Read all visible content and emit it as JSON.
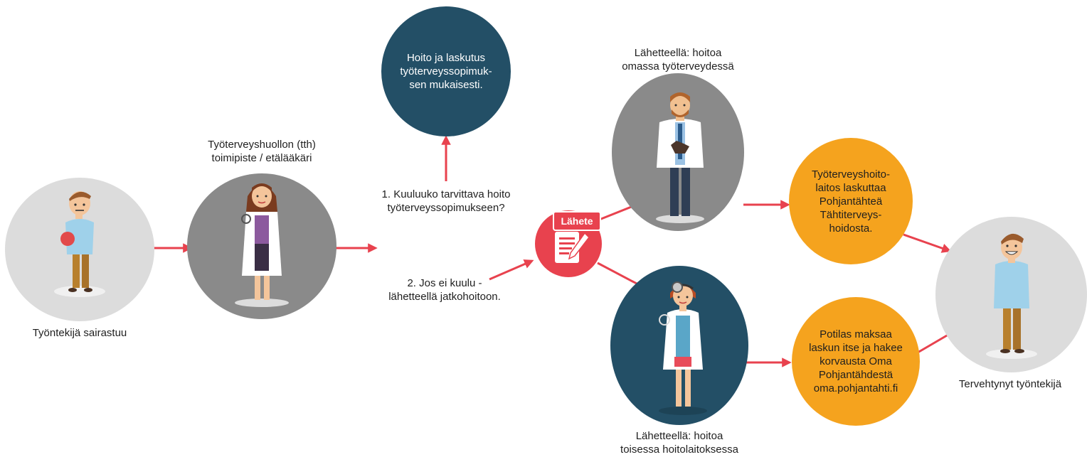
{
  "nodes": {
    "employee_sick": {
      "label": "Työntekijä sairastuu"
    },
    "occupational_health": {
      "label_lines": [
        "Työterveyshuollon (tth)",
        "toimipiste / etälääkäri"
      ]
    },
    "contract_care": {
      "text_lines": [
        "Hoito ja laskutus",
        "työterveyssopimuk-",
        "sen mukaisesti."
      ]
    },
    "question_1": {
      "label_lines": [
        "1. Kuuluuko tarvittava hoito",
        "työterveyssopimukseen?"
      ]
    },
    "question_2": {
      "label_lines": [
        "2. Jos ei kuulu -",
        "lähetteellä jatkohoitoon."
      ]
    },
    "referral": {
      "badge": "Lähete"
    },
    "own_health_care": {
      "label_lines": [
        "Lähetteellä: hoitoa",
        "omassa työterveydessä"
      ]
    },
    "other_facility": {
      "label_lines": [
        "Lähetteellä: hoitoa",
        "toisessa hoitolaitoksessa"
      ]
    },
    "facility_bills": {
      "text_lines": [
        "Työterveyshoito-",
        "laitos laskuttaa",
        "Pohjantähteä",
        "Tähtiterveys-",
        "hoidosta."
      ]
    },
    "patient_pays": {
      "text_lines": [
        "Potilas maksaa",
        "laskun itse ja hakee",
        "korvausta Oma",
        "Pohjantähdestä",
        "oma.pohjantahti.fi"
      ]
    },
    "recovered_employee": {
      "label": "Tervehtynyt työntekijä"
    }
  },
  "colors": {
    "arrow": "#e8424e",
    "light_gray": "#dcdcdc",
    "mid_gray": "#8a8a8a",
    "navy": "#234f66",
    "orange": "#f5a31e",
    "referral_red": "#e8424e"
  },
  "icons": [
    "sick-man-icon",
    "female-doctor-icon",
    "male-doctor-icon",
    "female-doctor-headmirror-icon",
    "referral-document-icon",
    "happy-man-icon"
  ]
}
